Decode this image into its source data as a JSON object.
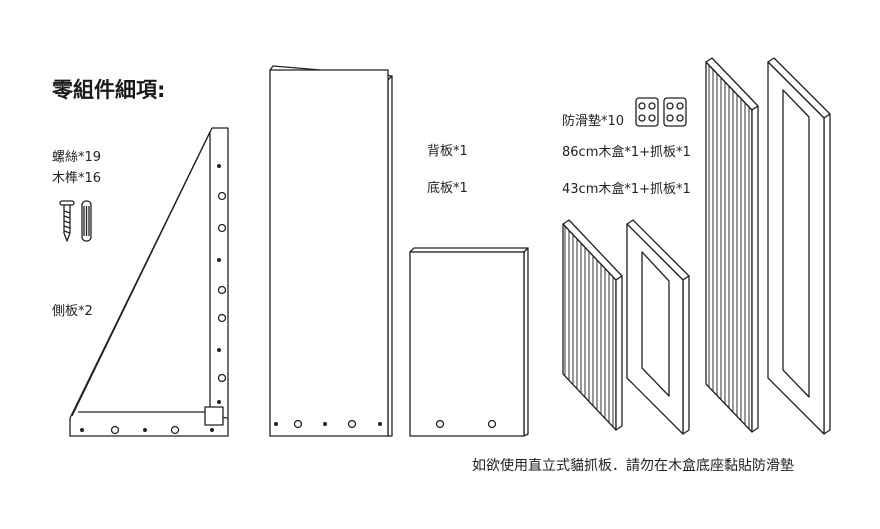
{
  "title": "零組件細項:",
  "labels": {
    "screws": "螺絲*19",
    "dowels": "木榫*16",
    "side_panel": "側板*2",
    "back_panel": "背板*1",
    "bottom_panel": "底板*1",
    "pads": "防滑墊*10",
    "box_86": "86cm木盒*1+抓板*1",
    "box_43": "43cm木盒*1+抓板*1"
  },
  "note": "如欲使用直立式貓抓板．請勿在木盒底座黏貼防滑墊",
  "colors": {
    "line": "#222222",
    "background": "#ffffff"
  },
  "icons": [
    "screw-icon",
    "dowel-icon",
    "anti-slip-pad-icon"
  ]
}
